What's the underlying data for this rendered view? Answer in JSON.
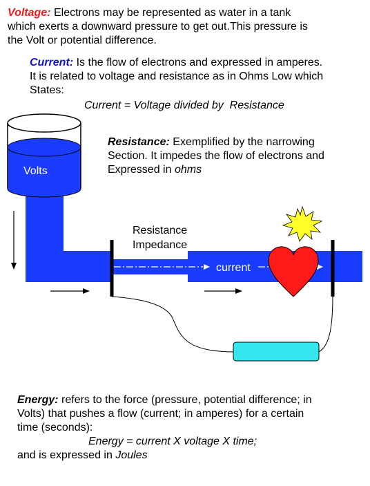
{
  "voltage": {
    "term": "Voltage:",
    "line1": "Electrons may be represented as water in a tank",
    "line2": "which exerts a downward pressure to get out.This pressure is",
    "line3": "the Volt or potential difference.",
    "color": "#e81c1c"
  },
  "current_def": {
    "term": "Current:",
    "line1": "Is the flow of electrons and expressed in amperes.",
    "line2": "It is related to voltage and resistance as in Ohms Low which",
    "line3": "States:",
    "formula": "Current = Voltage divided by  Resistance",
    "color": "#1010d0"
  },
  "resistance_def": {
    "term": "Resistance:",
    "line1": "Exemplified by the narrowing",
    "line2": "Section. It impedes the flow of electrons and",
    "line3_prefix": "Expressed in ",
    "line3_unit": "ohms"
  },
  "diagram": {
    "tank_label": "Volts",
    "resistance_label": "Resistance",
    "impedance_label": "Impedance",
    "current_label": "current",
    "pipe_color": "#1a3cff",
    "heart_color": "#ff1a1a",
    "burst_color": "#ffff2a",
    "battery_color": "#33e6ee"
  },
  "energy_def": {
    "term": "Energy:",
    "line1": "refers to the force (pressure, potential difference; in",
    "line2": "Volts) that pushes a flow (current; in amperes) for a certain",
    "line3": "time (seconds):",
    "formula": "Energy = current X voltage X time;",
    "line5_prefix": "and is expressed in ",
    "line5_unit": "Joules"
  }
}
